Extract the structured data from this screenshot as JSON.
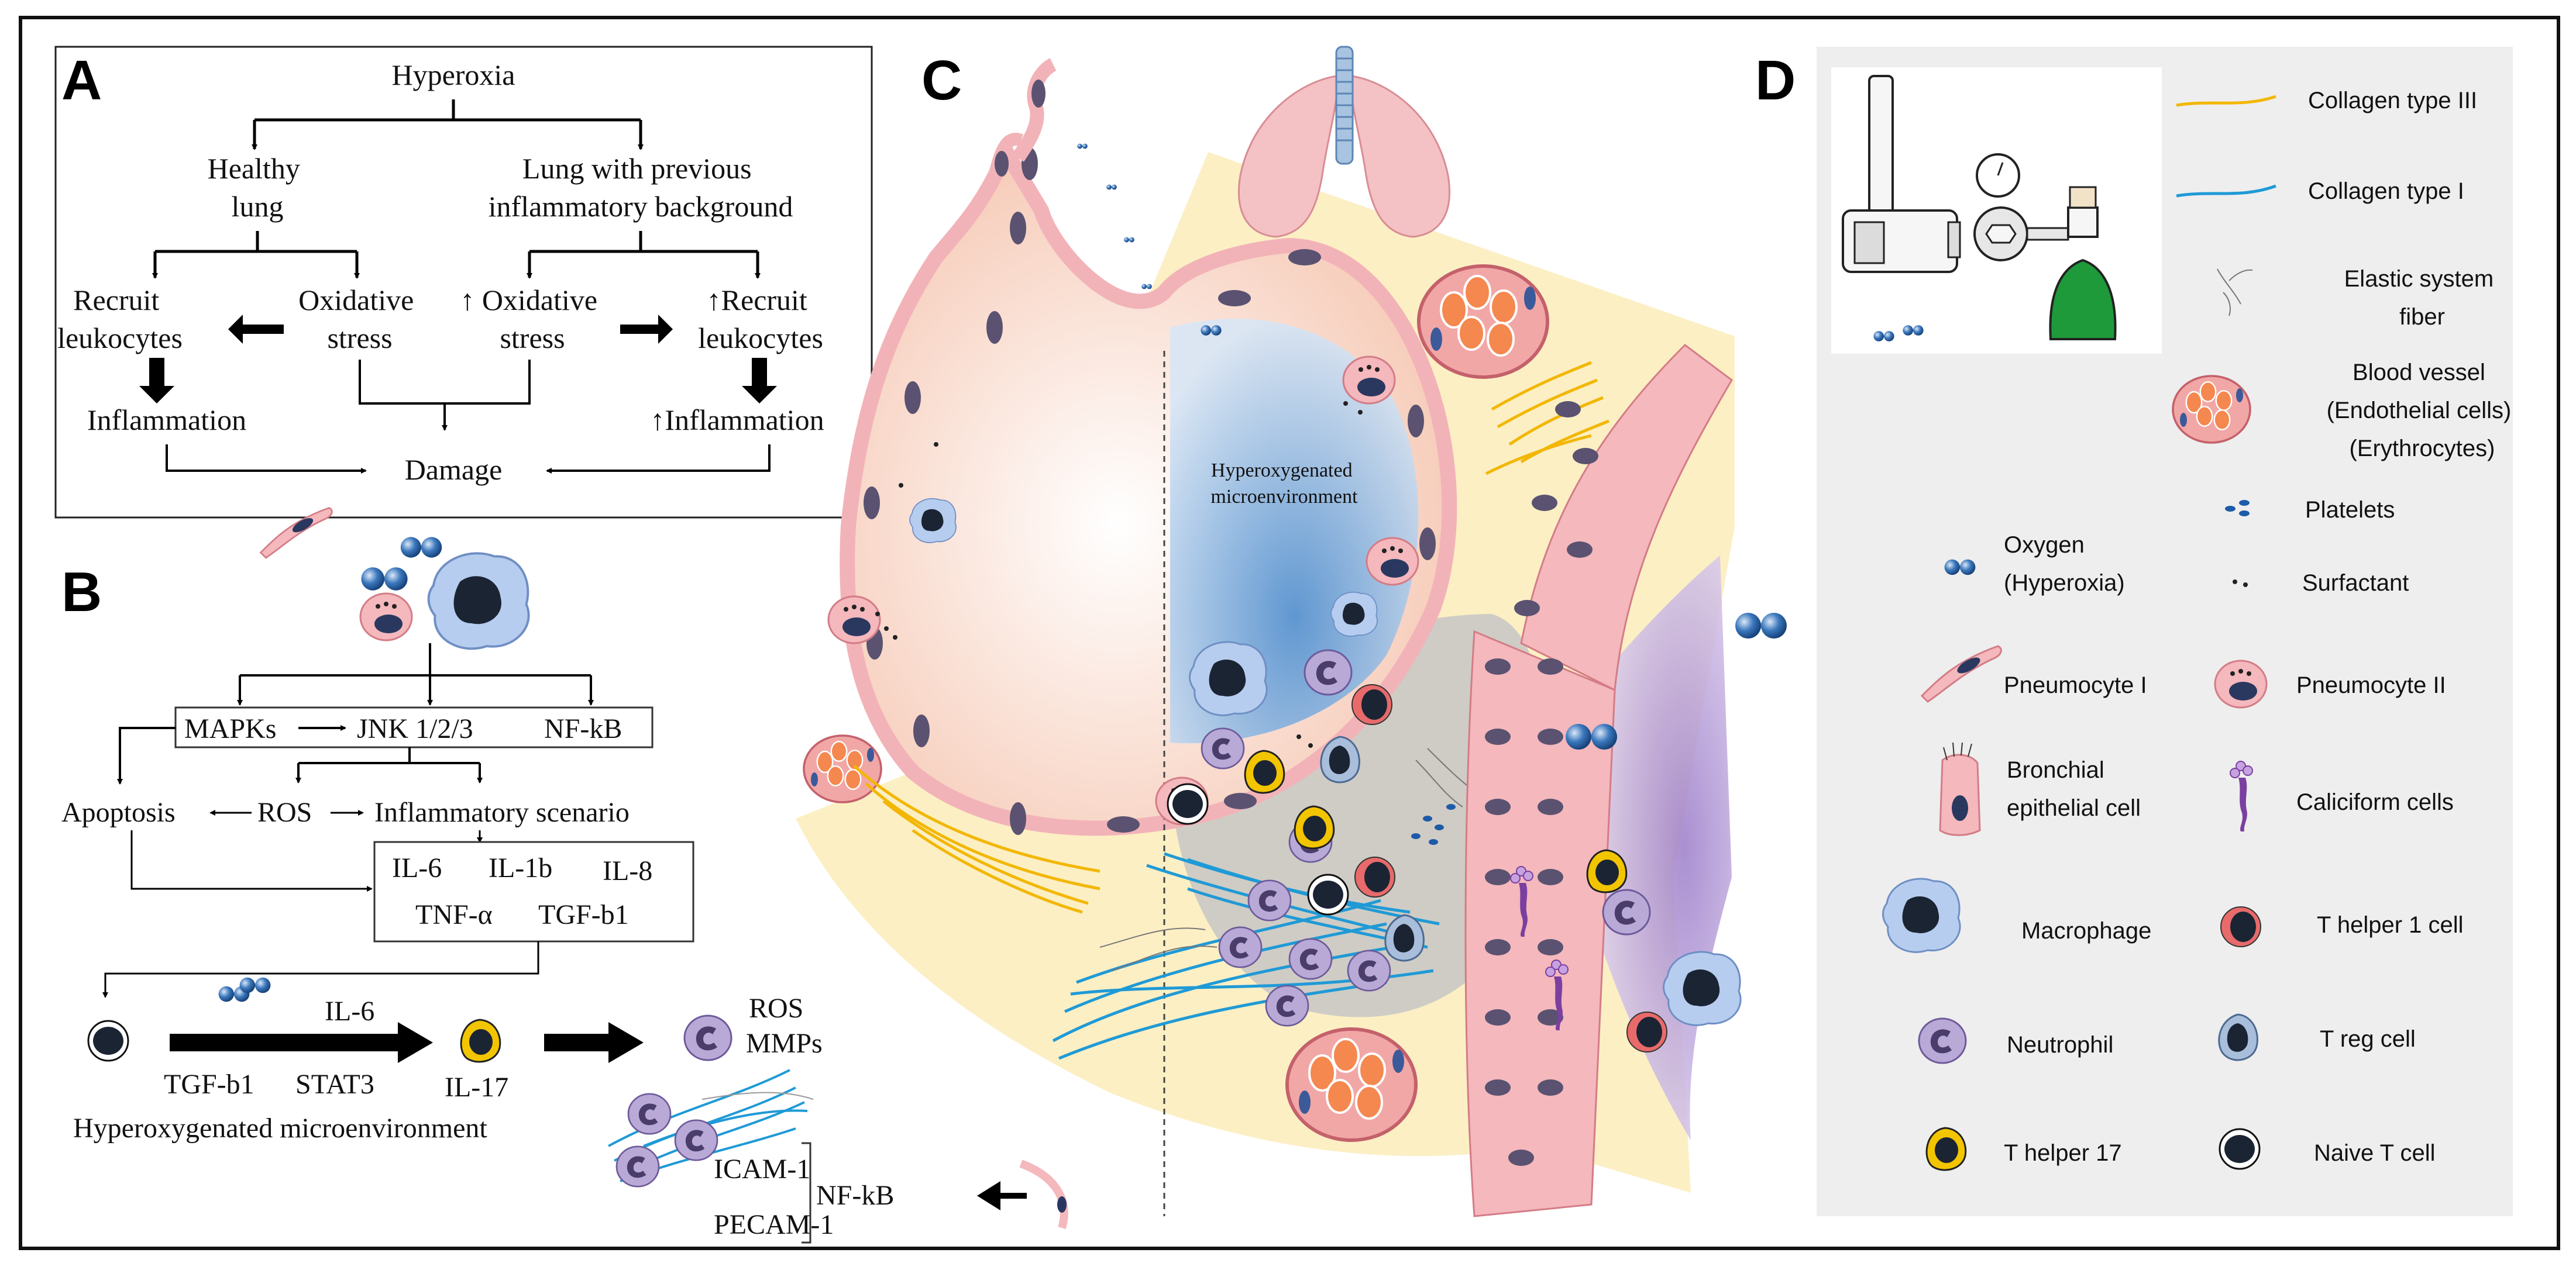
{
  "panels": {
    "a": {
      "label": "A",
      "root": "Hyperoxia",
      "healthy": [
        "Healthy",
        "lung"
      ],
      "previous": [
        "Lung with previous",
        "inflammatory background"
      ],
      "recruit": [
        "Recruit",
        "leukocytes"
      ],
      "oxidative": [
        "Oxidative",
        "stress"
      ],
      "up_oxidative": [
        "↑ Oxidative",
        "stress"
      ],
      "up_recruit": [
        "↑Recruit",
        "leukocytes"
      ],
      "inflammation": "Inflammation",
      "up_inflammation": "↑Inflammation",
      "damage": "Damage"
    },
    "b": {
      "label": "B",
      "mapks": "MAPKs",
      "jnk": "JNK 1/2/3",
      "nfkb": "NF-kB",
      "apoptosis": "Apoptosis",
      "ros": "ROS",
      "inflammatory": "Inflammatory scenario",
      "il6": "IL-6",
      "il1b": "IL-1b",
      "il8": "IL-8",
      "tnfa": "TNF-α",
      "tgfb1": "TGF-b1",
      "arrow_il6": "IL-6",
      "arrow_tgfb1": "TGF-b1",
      "arrow_stat3": "STAT3",
      "il17": "IL-17",
      "ros_out": "ROS",
      "mmps": "MMPs",
      "hyper_env": "Hyperoxygenated microenvironment",
      "icam": "ICAM-1",
      "pecam": "PECAM-1",
      "nfkb_out": "NF-kB"
    },
    "c": {
      "label": "C",
      "hyper_env": [
        "Hyperoxygenated",
        "microenvironment"
      ]
    },
    "d": {
      "label": "D",
      "legend": [
        {
          "key": "collagen3",
          "lines": [
            "Collagen type III"
          ]
        },
        {
          "key": "collagen1",
          "lines": [
            "Collagen type I"
          ]
        },
        {
          "key": "elastic",
          "lines": [
            "Elastic system",
            "fiber"
          ]
        },
        {
          "key": "vessel",
          "lines": [
            "Blood vessel",
            "(Endothelial cells)",
            "(Erythrocytes)"
          ]
        },
        {
          "key": "platelets",
          "lines": [
            "Platelets"
          ]
        },
        {
          "key": "oxygen",
          "lines": [
            "Oxygen",
            "(Hyperoxia)"
          ]
        },
        {
          "key": "surfactant",
          "lines": [
            "Surfactant"
          ]
        },
        {
          "key": "pneumo1",
          "lines": [
            "Pneumocyte I"
          ]
        },
        {
          "key": "pneumo2",
          "lines": [
            "Pneumocyte II"
          ]
        },
        {
          "key": "bronchial",
          "lines": [
            "Bronchial",
            "epithelial cell"
          ]
        },
        {
          "key": "caliciform",
          "lines": [
            "Caliciform cells"
          ]
        },
        {
          "key": "macrophage",
          "lines": [
            "Macrophage"
          ]
        },
        {
          "key": "th1",
          "lines": [
            "T helper 1 cell"
          ]
        },
        {
          "key": "neutrophil",
          "lines": [
            "Neutrophil"
          ]
        },
        {
          "key": "treg",
          "lines": [
            "T reg cell"
          ]
        },
        {
          "key": "th17",
          "lines": [
            "T helper 17"
          ]
        },
        {
          "key": "naive",
          "lines": [
            "Naive T cell"
          ]
        }
      ]
    }
  },
  "colors": {
    "collagen3": "#f2b705",
    "collagen1": "#1f9ad6",
    "interstitium": "#fcefc4",
    "alveolus": "#f9dccc",
    "hyper_blue": "#6fa6d8",
    "pneumocyte": "#f4b8bd",
    "nucleus": "#5a5270",
    "macrophage": "#b7cdef",
    "dark_nucleus": "#1b2433",
    "neutrophil": "#b8a9d6",
    "th1": "#e05a5a",
    "treg": "#8fa8c8",
    "th17": "#f2c500",
    "caliciform": "#7b3fa0",
    "oxygen": "#2563a8",
    "cylinder": "#1e9a3a",
    "panel_d_bg": "#eeeeee"
  }
}
